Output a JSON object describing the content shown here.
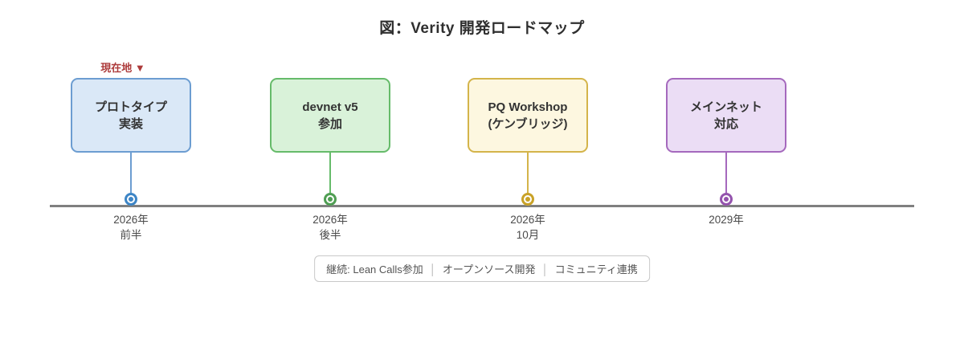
{
  "title": "図：Verity 開発ロードマップ",
  "current_location": {
    "label": "現在地 ▼",
    "color": "#ad3b3b"
  },
  "timeline": {
    "line_color": "#808080"
  },
  "milestones": [
    {
      "id": "prototype",
      "title_lines": [
        "プロトタイプ",
        "実装"
      ],
      "date_lines": [
        "2026年",
        "前半"
      ],
      "colors": {
        "fill": "#dae8f7",
        "border": "#6c9dd1",
        "accent": "#3d85c6"
      }
    },
    {
      "id": "devnet-v5",
      "title_lines": [
        "devnet v5",
        "参加"
      ],
      "date_lines": [
        "2026年",
        "後半"
      ],
      "colors": {
        "fill": "#d9f2d9",
        "border": "#66bb6a",
        "accent": "#4f9e53"
      }
    },
    {
      "id": "pq-workshop",
      "title_lines": [
        "PQ Workshop",
        "(ケンブリッジ)"
      ],
      "date_lines": [
        "2026年",
        "10月"
      ],
      "colors": {
        "fill": "#fdf7e0",
        "border": "#d4b44a",
        "accent": "#c9a227"
      }
    },
    {
      "id": "mainnet",
      "title_lines": [
        "メインネット",
        "対応"
      ],
      "date_lines": [
        "2029年"
      ],
      "colors": {
        "fill": "#ebddf5",
        "border": "#a569bd",
        "accent": "#9453ad"
      }
    }
  ],
  "footer": {
    "items": [
      "継続: Lean Calls参加",
      "オープンソース開発",
      "コミュニティ連携"
    ],
    "separator": "│"
  }
}
